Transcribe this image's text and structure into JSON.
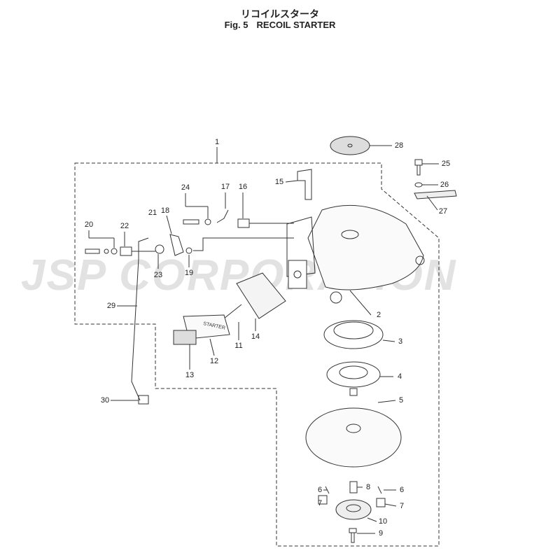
{
  "header": {
    "title_jp": "リコイルスタータ",
    "fig": "Fig. 5",
    "title": "RECOIL STARTER"
  },
  "watermark": "JSP CORPORATION",
  "callouts": {
    "c1": "1",
    "c2": "2",
    "c3": "3",
    "c4": "4",
    "c5": "5",
    "c6a": "6",
    "c6b": "6",
    "c7a": "7",
    "c7b": "7",
    "c8": "8",
    "c9": "9",
    "c10": "10",
    "c11": "11",
    "c12": "12",
    "c13": "13",
    "c14": "14",
    "c15": "15",
    "c16": "16",
    "c17": "17",
    "c18": "18",
    "c19": "19",
    "c20": "20",
    "c21": "21",
    "c22": "22",
    "c23": "23",
    "c24": "24",
    "c25": "25",
    "c26": "26",
    "c27": "27",
    "c28": "28",
    "c29": "29",
    "c30": "30"
  },
  "handle_text": "STARTER"
}
